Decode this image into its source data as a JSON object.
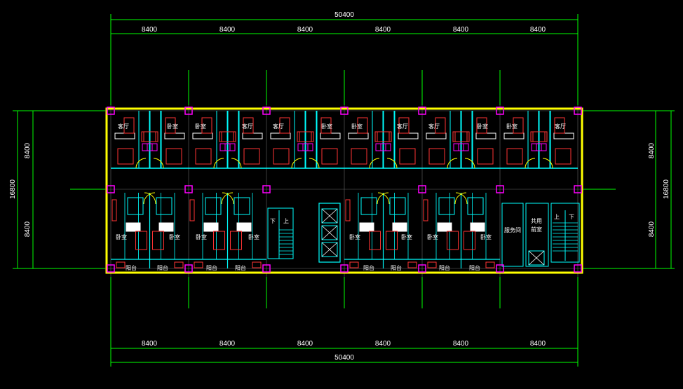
{
  "drawing": {
    "dimensions": {
      "top_total": "50400",
      "bottom_total": "50400",
      "bay_widths": [
        "8400",
        "8400",
        "8400",
        "8400",
        "8400",
        "8400"
      ],
      "left_total": "16800",
      "right_total": "16800",
      "left_bays": [
        "8400",
        "8400"
      ],
      "right_bays": [
        "8400",
        "8400"
      ]
    },
    "room_labels": {
      "living": "客厅",
      "bedroom": "卧室",
      "balcony": "阳台",
      "service": "服务间",
      "shared_lobby_1": "共用",
      "shared_lobby_2": "前室",
      "down": "下",
      "up": "上"
    },
    "colors": {
      "background": "#000000",
      "dimension_lines": "#00ff00",
      "outer_wall": "#ffff00",
      "walls": "#00ffff",
      "columns": "#ff00ff",
      "furniture": "#ff3333",
      "axis": "#ffffff"
    }
  }
}
